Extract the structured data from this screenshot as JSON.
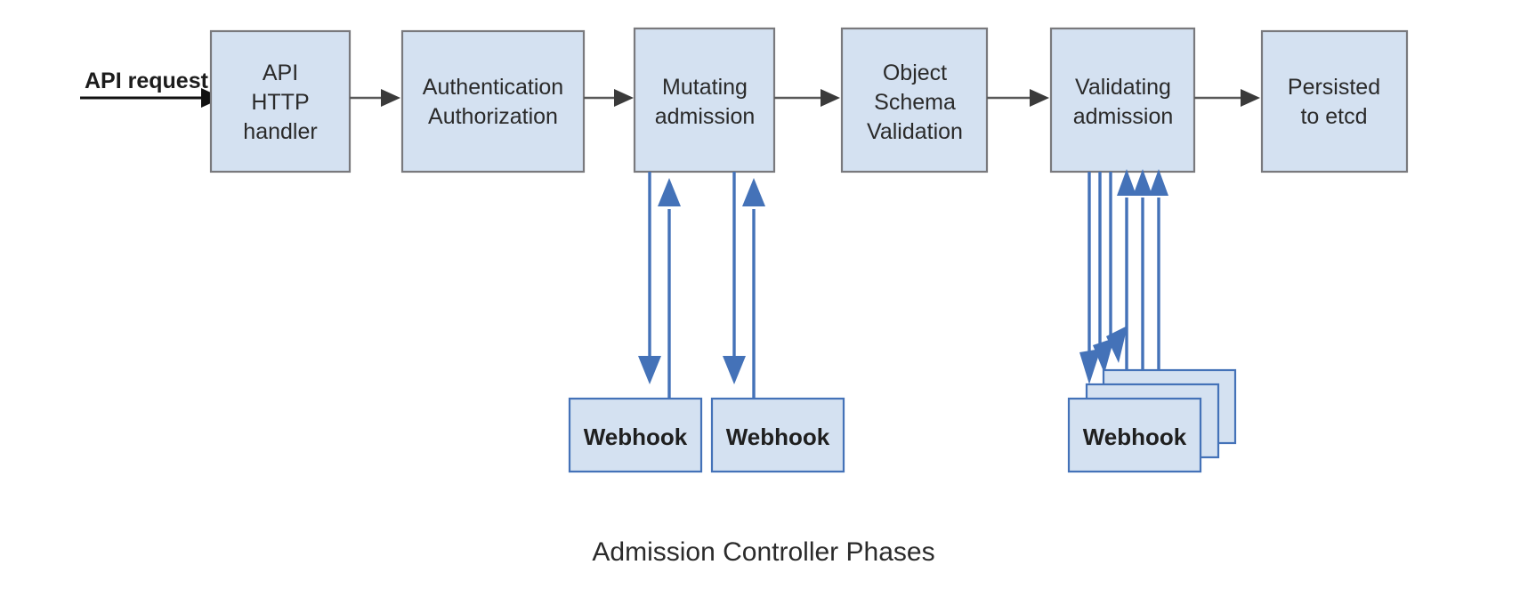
{
  "figure": {
    "caption": "Admission Controller Phases",
    "background_color": "#ffffff"
  },
  "colors": {
    "box_fill": "#d4e1f1",
    "phase_box_border": "#79797d",
    "webhook_box_border": "#4472b8",
    "flow_arrow": "#595959",
    "entry_arrow": "#111111",
    "webhook_arrow": "#4472b8",
    "text": "#2a2a2a"
  },
  "entry": {
    "label": "API request"
  },
  "pipeline": {
    "phases": [
      {
        "id": "api-http-handler",
        "lines": [
          "API",
          "HTTP",
          "handler"
        ]
      },
      {
        "id": "authentication-authorization",
        "lines": [
          "Authentication",
          "Authorization"
        ]
      },
      {
        "id": "mutating-admission",
        "lines": [
          "Mutating",
          "admission"
        ]
      },
      {
        "id": "object-schema-validation",
        "lines": [
          "Object",
          "Schema",
          "Validation"
        ]
      },
      {
        "id": "validating-admission",
        "lines": [
          "Validating",
          "admission"
        ]
      },
      {
        "id": "persisted-to-etcd",
        "lines": [
          "Persisted",
          "to etcd"
        ]
      }
    ]
  },
  "webhooks": {
    "mutating": [
      {
        "id": "mutating-webhook-1",
        "label": "Webhook"
      },
      {
        "id": "mutating-webhook-2",
        "label": "Webhook"
      }
    ],
    "validating": [
      {
        "id": "validating-webhook-stack",
        "label": "Webhook",
        "stack_count": 3
      }
    ]
  },
  "chart_data": {
    "type": "diagram",
    "title": "Admission Controller Phases",
    "nodes": [
      {
        "id": "api-request",
        "label": "API request",
        "kind": "entry"
      },
      {
        "id": "api-http-handler",
        "label": "API HTTP handler",
        "kind": "phase"
      },
      {
        "id": "authentication-authorization",
        "label": "Authentication Authorization",
        "kind": "phase"
      },
      {
        "id": "mutating-admission",
        "label": "Mutating admission",
        "kind": "phase"
      },
      {
        "id": "object-schema-validation",
        "label": "Object Schema Validation",
        "kind": "phase"
      },
      {
        "id": "validating-admission",
        "label": "Validating admission",
        "kind": "phase"
      },
      {
        "id": "persisted-to-etcd",
        "label": "Persisted to etcd",
        "kind": "phase"
      },
      {
        "id": "mutating-webhook-1",
        "label": "Webhook",
        "kind": "webhook"
      },
      {
        "id": "mutating-webhook-2",
        "label": "Webhook",
        "kind": "webhook"
      },
      {
        "id": "validating-webhook-stack",
        "label": "Webhook",
        "kind": "webhook-stack"
      }
    ],
    "edges": [
      {
        "from": "api-request",
        "to": "api-http-handler",
        "style": "solid-black"
      },
      {
        "from": "api-http-handler",
        "to": "authentication-authorization",
        "style": "solid-gray"
      },
      {
        "from": "authentication-authorization",
        "to": "mutating-admission",
        "style": "solid-gray"
      },
      {
        "from": "mutating-admission",
        "to": "object-schema-validation",
        "style": "solid-gray"
      },
      {
        "from": "object-schema-validation",
        "to": "validating-admission",
        "style": "solid-gray"
      },
      {
        "from": "validating-admission",
        "to": "persisted-to-etcd",
        "style": "solid-gray"
      },
      {
        "from": "mutating-admission",
        "to": "mutating-webhook-1",
        "style": "blue-bidirectional"
      },
      {
        "from": "mutating-admission",
        "to": "mutating-webhook-2",
        "style": "blue-bidirectional"
      },
      {
        "from": "validating-admission",
        "to": "validating-webhook-stack",
        "style": "blue-bidirectional-triple"
      }
    ]
  }
}
